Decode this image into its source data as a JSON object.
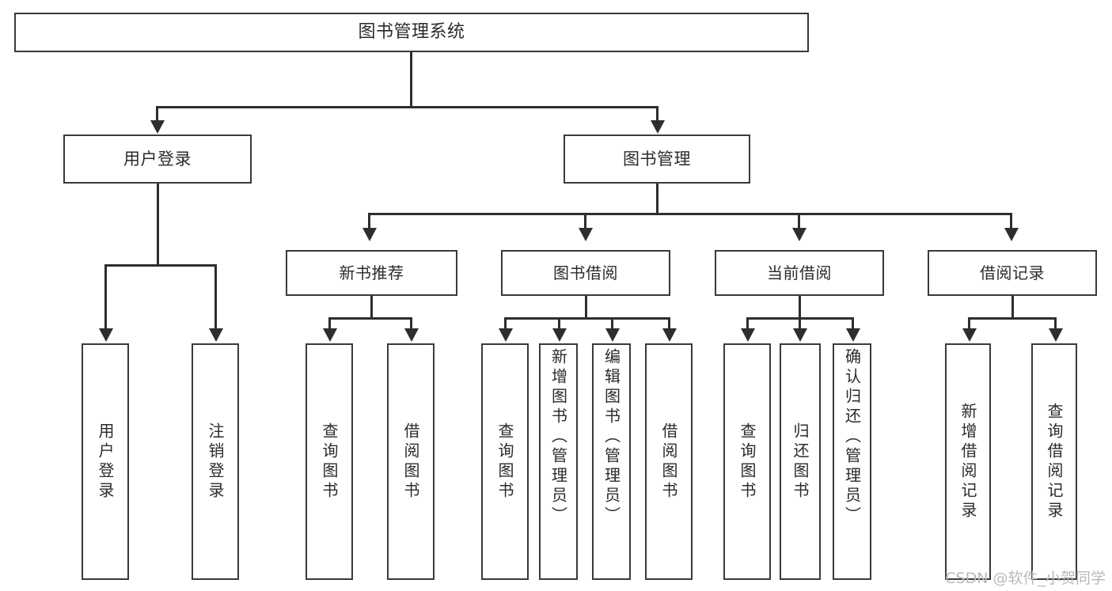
{
  "diagram": {
    "title": "图书管理系统",
    "root": {
      "label": "图书管理系统"
    },
    "level1": [
      {
        "label": "用户登录"
      },
      {
        "label": "图书管理"
      }
    ],
    "level2": [
      {
        "label": "新书推荐"
      },
      {
        "label": "图书借阅"
      },
      {
        "label": "当前借阅"
      },
      {
        "label": "借阅记录"
      }
    ],
    "leaves": [
      {
        "label": "用户登录",
        "parent": "用户登录"
      },
      {
        "label": "注销登录",
        "parent": "用户登录"
      },
      {
        "label": "查询图书",
        "parent": "新书推荐"
      },
      {
        "label": "借阅图书",
        "parent": "新书推荐"
      },
      {
        "label": "查询图书",
        "parent": "图书借阅"
      },
      {
        "label": "新增图书（管理员）",
        "parent": "图书借阅"
      },
      {
        "label": "编辑图书（管理员）",
        "parent": "图书借阅"
      },
      {
        "label": "借阅图书",
        "parent": "图书借阅"
      },
      {
        "label": "查询图书",
        "parent": "当前借阅"
      },
      {
        "label": "归还图书",
        "parent": "当前借阅"
      },
      {
        "label": "确认归还（管理员）",
        "parent": "当前借阅"
      },
      {
        "label": "新增借阅记录",
        "parent": "借阅记录"
      },
      {
        "label": "查询借阅记录",
        "parent": "借阅记录"
      }
    ]
  },
  "watermark": {
    "text": "CSDN @软件_小贺同学"
  },
  "colors": {
    "box_border": "#3a3a3a",
    "connector": "#2e2e2e",
    "text": "#2b2b2b",
    "background": "#ffffff",
    "watermark": "#b9b9b9"
  }
}
